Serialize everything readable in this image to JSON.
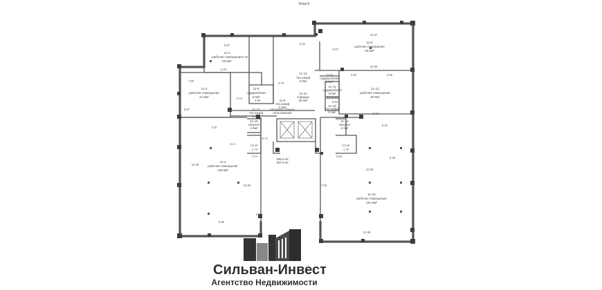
{
  "floor_label": "Этаж 8",
  "logo": {
    "name": "Сильван-Инвест",
    "subtitle": "Агентство Недвижимости"
  },
  "rooms": [
    {
      "id": "11-2",
      "type": "рабочее помещение",
      "area": "69.5м²"
    },
    {
      "id": "11-8",
      "type": "рабочее помещение",
      "area": "63.6м²"
    },
    {
      "id": "11-4",
      "type": "рабочее помещение",
      "area": "41.8м²"
    },
    {
      "id": "11-13",
      "type": "рабочее помещение",
      "area": "49.8м²"
    },
    {
      "id": "11-5",
      "type": "гардеробная",
      "area": "5.9м²"
    },
    {
      "id": "11-12",
      "type": "тех.шкаф",
      "area": "0.3м²"
    },
    {
      "id": "11-9",
      "type": "гардеробная",
      "area": "2.5м²"
    },
    {
      "id": "11-10",
      "type": "коридор",
      "area": "18.0м²"
    },
    {
      "id": "11-11",
      "type": "гардеробная",
      "area": "3.0м²"
    },
    {
      "id": "11-6",
      "type": "тех.шкаф",
      "area": "0.3м²"
    },
    {
      "id": "11-17",
      "type": "тех.шкаф",
      "area": "0.1м²"
    },
    {
      "id": "11-19",
      "type": "тех.шкаф",
      "area": "0.3м²"
    },
    {
      "id": "11-15",
      "type": "санузел",
      "area": "2.9м²"
    },
    {
      "id": "11-14",
      "type": "санузел",
      "area": "4.1м²"
    },
    {
      "id": "11-1",
      "type": "рабочее помещение",
      "area": "128.6м²"
    },
    {
      "id": "11-16",
      "type": "рабочее помещение",
      "area": "161.5м²"
    }
  ],
  "small_labels": {
    "corridor_top": "площадь общего",
    "corridor_bottom": "пользования",
    "total_a": "298.8 м²",
    "total_b": "397.5 м²"
  },
  "dimensions": [
    "9.87",
    "2.02",
    "10.37",
    "3.35",
    "5.97",
    "4.40",
    "7.80",
    "4.76",
    "3.84",
    "10.90",
    "2.58",
    "5.67",
    "2.10",
    "2.96",
    "0.93",
    "8.18",
    "7.32",
    "8.22",
    "11.2",
    "5.71",
    "3.84",
    "10.06",
    "1.74",
    "15.29",
    "10.83",
    "9.28",
    "7.85",
    "0.72",
    "9.39",
    "10.38",
    "1.74",
    "1.75",
    "4.5 м²",
    "4.2 м²"
  ]
}
